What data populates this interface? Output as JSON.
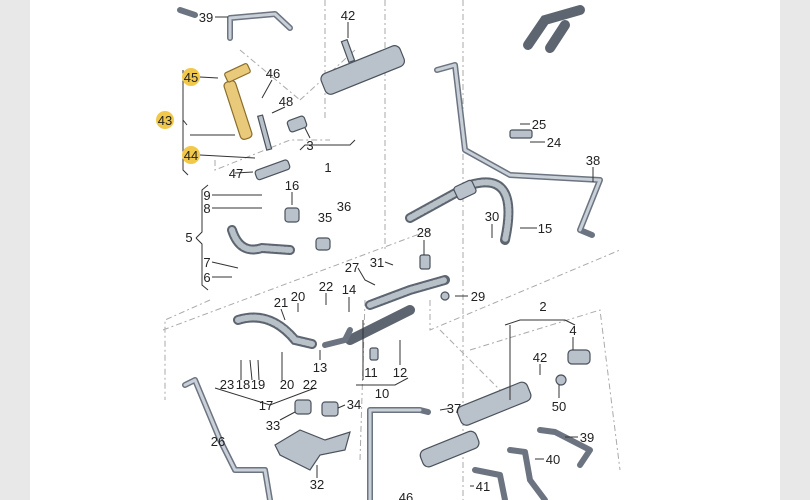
{
  "diagram": {
    "labels": [
      {
        "id": "l39a",
        "text": "39"
      },
      {
        "id": "l42a",
        "text": "42"
      },
      {
        "id": "l46a",
        "text": "46"
      },
      {
        "id": "l48",
        "text": "48"
      },
      {
        "id": "l3",
        "text": "3"
      },
      {
        "id": "l1",
        "text": "1"
      },
      {
        "id": "l47",
        "text": "47"
      },
      {
        "id": "l16",
        "text": "16"
      },
      {
        "id": "l9",
        "text": "9"
      },
      {
        "id": "l8",
        "text": "8"
      },
      {
        "id": "l35",
        "text": "35"
      },
      {
        "id": "l36",
        "text": "36"
      },
      {
        "id": "l5",
        "text": "5"
      },
      {
        "id": "l7",
        "text": "7"
      },
      {
        "id": "l6",
        "text": "6"
      },
      {
        "id": "l28",
        "text": "28"
      },
      {
        "id": "l27",
        "text": "27"
      },
      {
        "id": "l31",
        "text": "31"
      },
      {
        "id": "l22a",
        "text": "22"
      },
      {
        "id": "l20a",
        "text": "20"
      },
      {
        "id": "l21",
        "text": "21"
      },
      {
        "id": "l14",
        "text": "14"
      },
      {
        "id": "l29",
        "text": "29"
      },
      {
        "id": "l13",
        "text": "13"
      },
      {
        "id": "l23",
        "text": "23"
      },
      {
        "id": "l18",
        "text": "18"
      },
      {
        "id": "l19",
        "text": "19"
      },
      {
        "id": "l20b",
        "text": "20"
      },
      {
        "id": "l22b",
        "text": "22"
      },
      {
        "id": "l17",
        "text": "17"
      },
      {
        "id": "l11",
        "text": "11"
      },
      {
        "id": "l12",
        "text": "12"
      },
      {
        "id": "l10",
        "text": "10"
      },
      {
        "id": "l26",
        "text": "26"
      },
      {
        "id": "l33",
        "text": "33"
      },
      {
        "id": "l34",
        "text": "34"
      },
      {
        "id": "l32",
        "text": "32"
      },
      {
        "id": "l37",
        "text": "37"
      },
      {
        "id": "l46b",
        "text": "46"
      },
      {
        "id": "l25",
        "text": "25"
      },
      {
        "id": "l24",
        "text": "24"
      },
      {
        "id": "l38",
        "text": "38"
      },
      {
        "id": "l30",
        "text": "30"
      },
      {
        "id": "l15",
        "text": "15"
      },
      {
        "id": "l2",
        "text": "2"
      },
      {
        "id": "l4",
        "text": "4"
      },
      {
        "id": "l42b",
        "text": "42"
      },
      {
        "id": "l50",
        "text": "50"
      },
      {
        "id": "l39b",
        "text": "39"
      },
      {
        "id": "l40",
        "text": "40"
      },
      {
        "id": "l41",
        "text": "41"
      }
    ],
    "highlighted": [
      {
        "text": "45"
      },
      {
        "text": "43"
      },
      {
        "text": "44"
      }
    ],
    "highlight_color": "#f2c84b"
  }
}
